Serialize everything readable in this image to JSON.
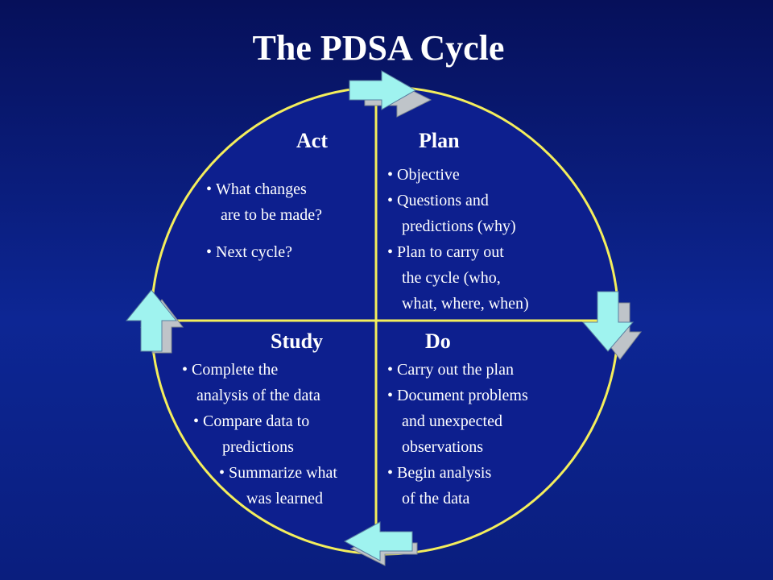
{
  "title": "The PDSA Cycle",
  "colors": {
    "circle_stroke": "#f4ee5c",
    "circle_fill": "#0d1f8e",
    "arrow_face": "#9ff3ef",
    "arrow_shadow": "#bfc4c9"
  },
  "quadrants": {
    "act": {
      "heading": "Act",
      "lines": [
        {
          "text": "What changes",
          "bullet": true
        },
        {
          "text": "are to be made?",
          "bullet": false
        },
        {
          "text": "Next cycle?",
          "bullet": true
        }
      ]
    },
    "plan": {
      "heading": "Plan",
      "lines": [
        {
          "text": "Objective",
          "bullet": true
        },
        {
          "text": "Questions and",
          "bullet": true
        },
        {
          "text": "predictions (why)",
          "bullet": false
        },
        {
          "text": "Plan to carry out",
          "bullet": true
        },
        {
          "text": "the cycle (who,",
          "bullet": false
        },
        {
          "text": "what, where, when)",
          "bullet": false
        }
      ]
    },
    "study": {
      "heading": "Study",
      "lines": [
        {
          "text": "Complete the",
          "bullet": true
        },
        {
          "text": "analysis of the data",
          "bullet": false
        },
        {
          "text": "Compare data to",
          "bullet": true
        },
        {
          "text": "predictions",
          "bullet": false
        },
        {
          "text": "Summarize what",
          "bullet": true
        },
        {
          "text": "was learned",
          "bullet": false
        }
      ]
    },
    "do": {
      "heading": "Do",
      "lines": [
        {
          "text": "Carry out the plan",
          "bullet": true
        },
        {
          "text": "Document problems",
          "bullet": true
        },
        {
          "text": "and unexpected",
          "bullet": false
        },
        {
          "text": "observations",
          "bullet": false
        },
        {
          "text": "Begin analysis",
          "bullet": true
        },
        {
          "text": "of the data",
          "bullet": false
        }
      ]
    }
  },
  "arrows": [
    {
      "name": "arrow-right-icon",
      "direction": "right"
    },
    {
      "name": "arrow-down-icon",
      "direction": "down"
    },
    {
      "name": "arrow-left-icon",
      "direction": "left"
    },
    {
      "name": "arrow-up-icon",
      "direction": "up"
    }
  ]
}
